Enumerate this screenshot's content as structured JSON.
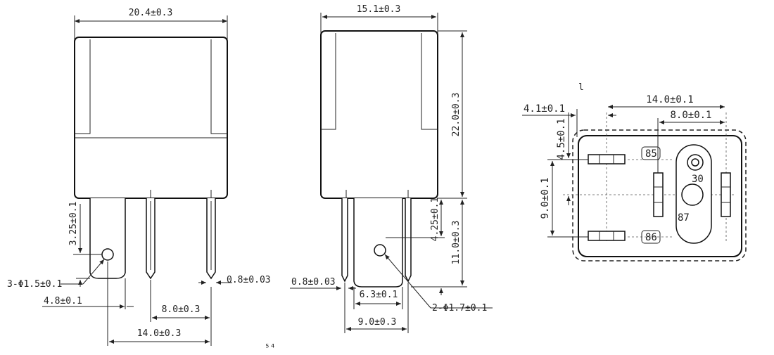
{
  "front_view": {
    "width": "20.4±0.3",
    "pin_offset": "3.25±0.1",
    "hole": "3-Φ1.5±0.1",
    "pin_width": "0.8±0.03",
    "tab_offset": "4.8±0.1",
    "pin_spacing_small": "8.0±0.3",
    "pin_spacing_large": "14.0±0.3"
  },
  "side_view": {
    "width": "15.1±0.3",
    "height": "22.0±0.3",
    "pin_offset": "4.25±0.1",
    "pin_length": "11.0±0.3",
    "pin_width": "0.8±0.03",
    "tab_width": "6.3±0.1",
    "hole": "2-Φ1.7±0.1",
    "pin_spacing": "9.0±0.3"
  },
  "footprint": {
    "dim_left": "4.1±0.1",
    "dim_total": "14.0±0.1",
    "dim_right": "8.0±0.1",
    "dim_vertical_small": "4.5±0.1",
    "dim_vertical_large": "9.0±0.1",
    "terminals": [
      "85",
      "86",
      "30",
      "87"
    ]
  },
  "stray_marks": [
    "l",
    "⁵⁴"
  ]
}
